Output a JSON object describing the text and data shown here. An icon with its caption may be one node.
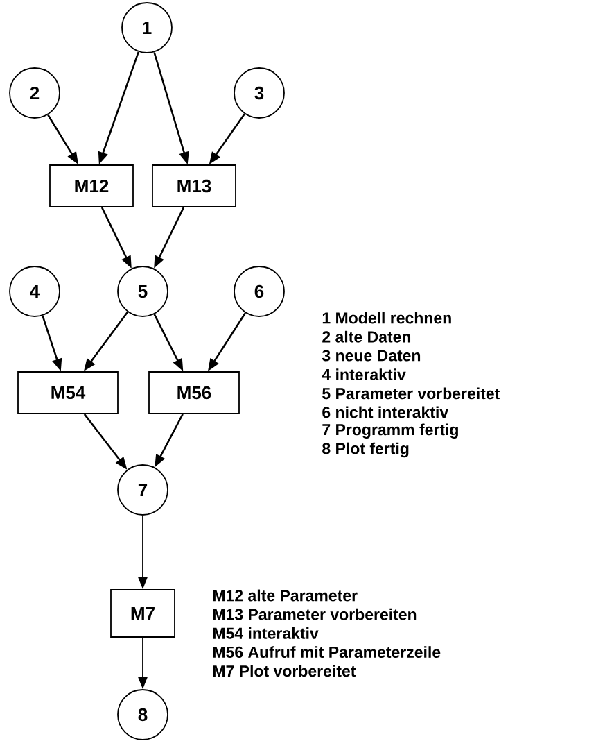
{
  "diagram": {
    "nodes": [
      {
        "text": [
          "1"
        ]
      },
      {
        "text": [
          "2"
        ]
      },
      {
        "text": [
          "3"
        ]
      },
      {
        "text": [
          "M12"
        ]
      },
      {
        "text": [
          "M13"
        ]
      },
      {
        "text": [
          "4"
        ]
      },
      {
        "text": [
          "5"
        ]
      },
      {
        "text": [
          "6"
        ]
      },
      {
        "text": [
          "M54"
        ]
      },
      {
        "text": [
          "M56"
        ]
      },
      {
        "text": [
          "7"
        ]
      },
      {
        "text": [
          "M7"
        ]
      },
      {
        "text": [
          "8"
        ]
      }
    ],
    "edges": [
      {
        "from": 0,
        "to": 3,
        "arrow": "to"
      },
      {
        "from": 0,
        "to": 4,
        "arrow": "to"
      },
      {
        "from": 1,
        "to": 3,
        "arrow": "to"
      },
      {
        "from": 2,
        "to": 4,
        "arrow": "to"
      },
      {
        "from": 3,
        "to": 6,
        "arrow": "to"
      },
      {
        "from": 4,
        "to": 6,
        "arrow": "to"
      },
      {
        "from": 5,
        "to": 8,
        "arrow": "to"
      },
      {
        "from": 6,
        "to": 8,
        "arrow": "to"
      },
      {
        "from": 6,
        "to": 9,
        "arrow": "to"
      },
      {
        "from": 7,
        "to": 9,
        "arrow": "to"
      },
      {
        "from": 8,
        "to": 10,
        "arrow": "to"
      },
      {
        "from": 9,
        "to": 10,
        "arrow": "to"
      },
      {
        "from": 10,
        "to": 11,
        "arrow": "to"
      },
      {
        "from": 11,
        "to": 12,
        "arrow": "to"
      }
    ],
    "labels": [
      "1 Modell rechnen",
      "2 alte Daten",
      "3 neue Daten",
      "4 interaktiv",
      "5 Parameter vorbereitet",
      "6 nicht interaktiv",
      "7 Programm fertig",
      "8 Plot fertig",
      "M12 alte Parameter",
      "M13 Parameter vorbereiten",
      "M54 interaktiv",
      "M56 Aufruf mit Parameterzeile",
      "M7 Plot vorbereitet"
    ]
  }
}
